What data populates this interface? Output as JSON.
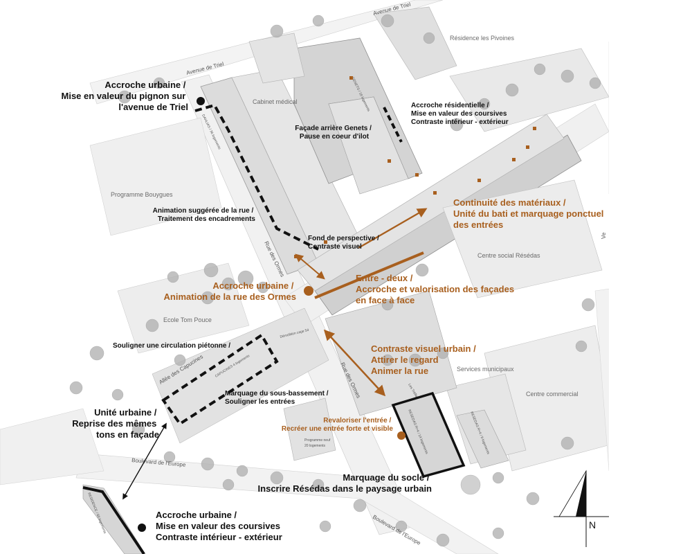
{
  "colors": {
    "accent": "#a85f1e",
    "ink": "#111111",
    "building": "#d6d6d6",
    "plaza": "#efefef",
    "tree": "#a8a8a8"
  },
  "streets": {
    "avenue_triel_top": "Avenue de Triel",
    "avenue_triel_left": "Avenue de Triel",
    "rue_ormes_upper": "Rue des Ormes",
    "rue_ormes_lower": "Rue des Ormes",
    "allee_capucines": "Allée des Capucines",
    "boulevard_europe_left": "Boulevard de l'Europe",
    "boulevard_europe_right": "Boulevard de l'Europe",
    "vert_right": "Ve"
  },
  "places": {
    "residence_pivoines": "Résidence les Pivoines",
    "cabinet_medical": "Cabinet médical",
    "programme_bouygues": "Programme Bouygues",
    "centre_social": "Centre social Résédas",
    "ecole": "Ecole Tom Pouce",
    "services_municipaux": "Services municipaux",
    "centre_commercial": "Centre commercial"
  },
  "building_labels": {
    "dahlias": "DAHLIAS / 36 logements",
    "genets": "GENETS / 18 logements",
    "resedas_4": "RESEDAS R+4 / 9 logements",
    "resedas_14": "RESEDAS R+4 / 14 logements",
    "residence_60": "RESIDENCE / 60 logements",
    "programme_neuf": "Programme neuf",
    "programme_neuf_2": "20 logements",
    "demolition": "Démolition cage 54",
    "capucines": "CAPUCINES 4 logements",
    "trefles": "Les Trèfles"
  },
  "annotations": {
    "accroche_triel": [
      "Accroche urbaine /",
      "Mise en valeur du pignon sur",
      "l'avenue de Triel"
    ],
    "accroche_residentielle": [
      "Accroche résidentielle /",
      "Mise en valeur des coursives",
      "Contraste intérieur - extérieur"
    ],
    "facade_genets": [
      "Façade arrière Genets /",
      "Pause en coeur d'ilot"
    ],
    "continuite": [
      "Continuité des matériaux /",
      "Unité du bati et marquage ponctuel",
      "des entrées"
    ],
    "animation_rue": [
      "Animation suggérée de la rue /",
      "Traitement des encadrements"
    ],
    "fond_perspective": [
      "Fond de perspective /",
      "Contraste visuel"
    ],
    "accroche_ormes": [
      "Accroche urbaine /",
      "Animation de la rue des Ormes"
    ],
    "entre_deux": [
      "Entre - deux /",
      "Accroche  et valorisation des façades",
      "en face à face"
    ],
    "souligner_circulation": [
      "Souligner une circulation piétonne /"
    ],
    "contraste_urbain": [
      "Contraste visuel urbain /",
      "Attirer le regard",
      "Animer la rue"
    ],
    "marquage_soubassement": [
      "Marquage du sous-bassement /",
      "Souligner les entrées"
    ],
    "unite_urbaine": [
      "Unité urbaine /",
      "Reprise des mêmes",
      "tons en façade"
    ],
    "revaloriser": [
      "Revaloriser  l'entrée /",
      "Recréer une entrée forte et visible"
    ],
    "marquage_socle": [
      "Marquage du socle /",
      "Inscrire Résédas dans le paysage urbain"
    ],
    "accroche_coursives": [
      "Accroche urbaine /",
      "Mise en valeur des coursives",
      "Contraste intérieur - extérieur"
    ]
  },
  "north_arrow": {
    "label": "N"
  }
}
